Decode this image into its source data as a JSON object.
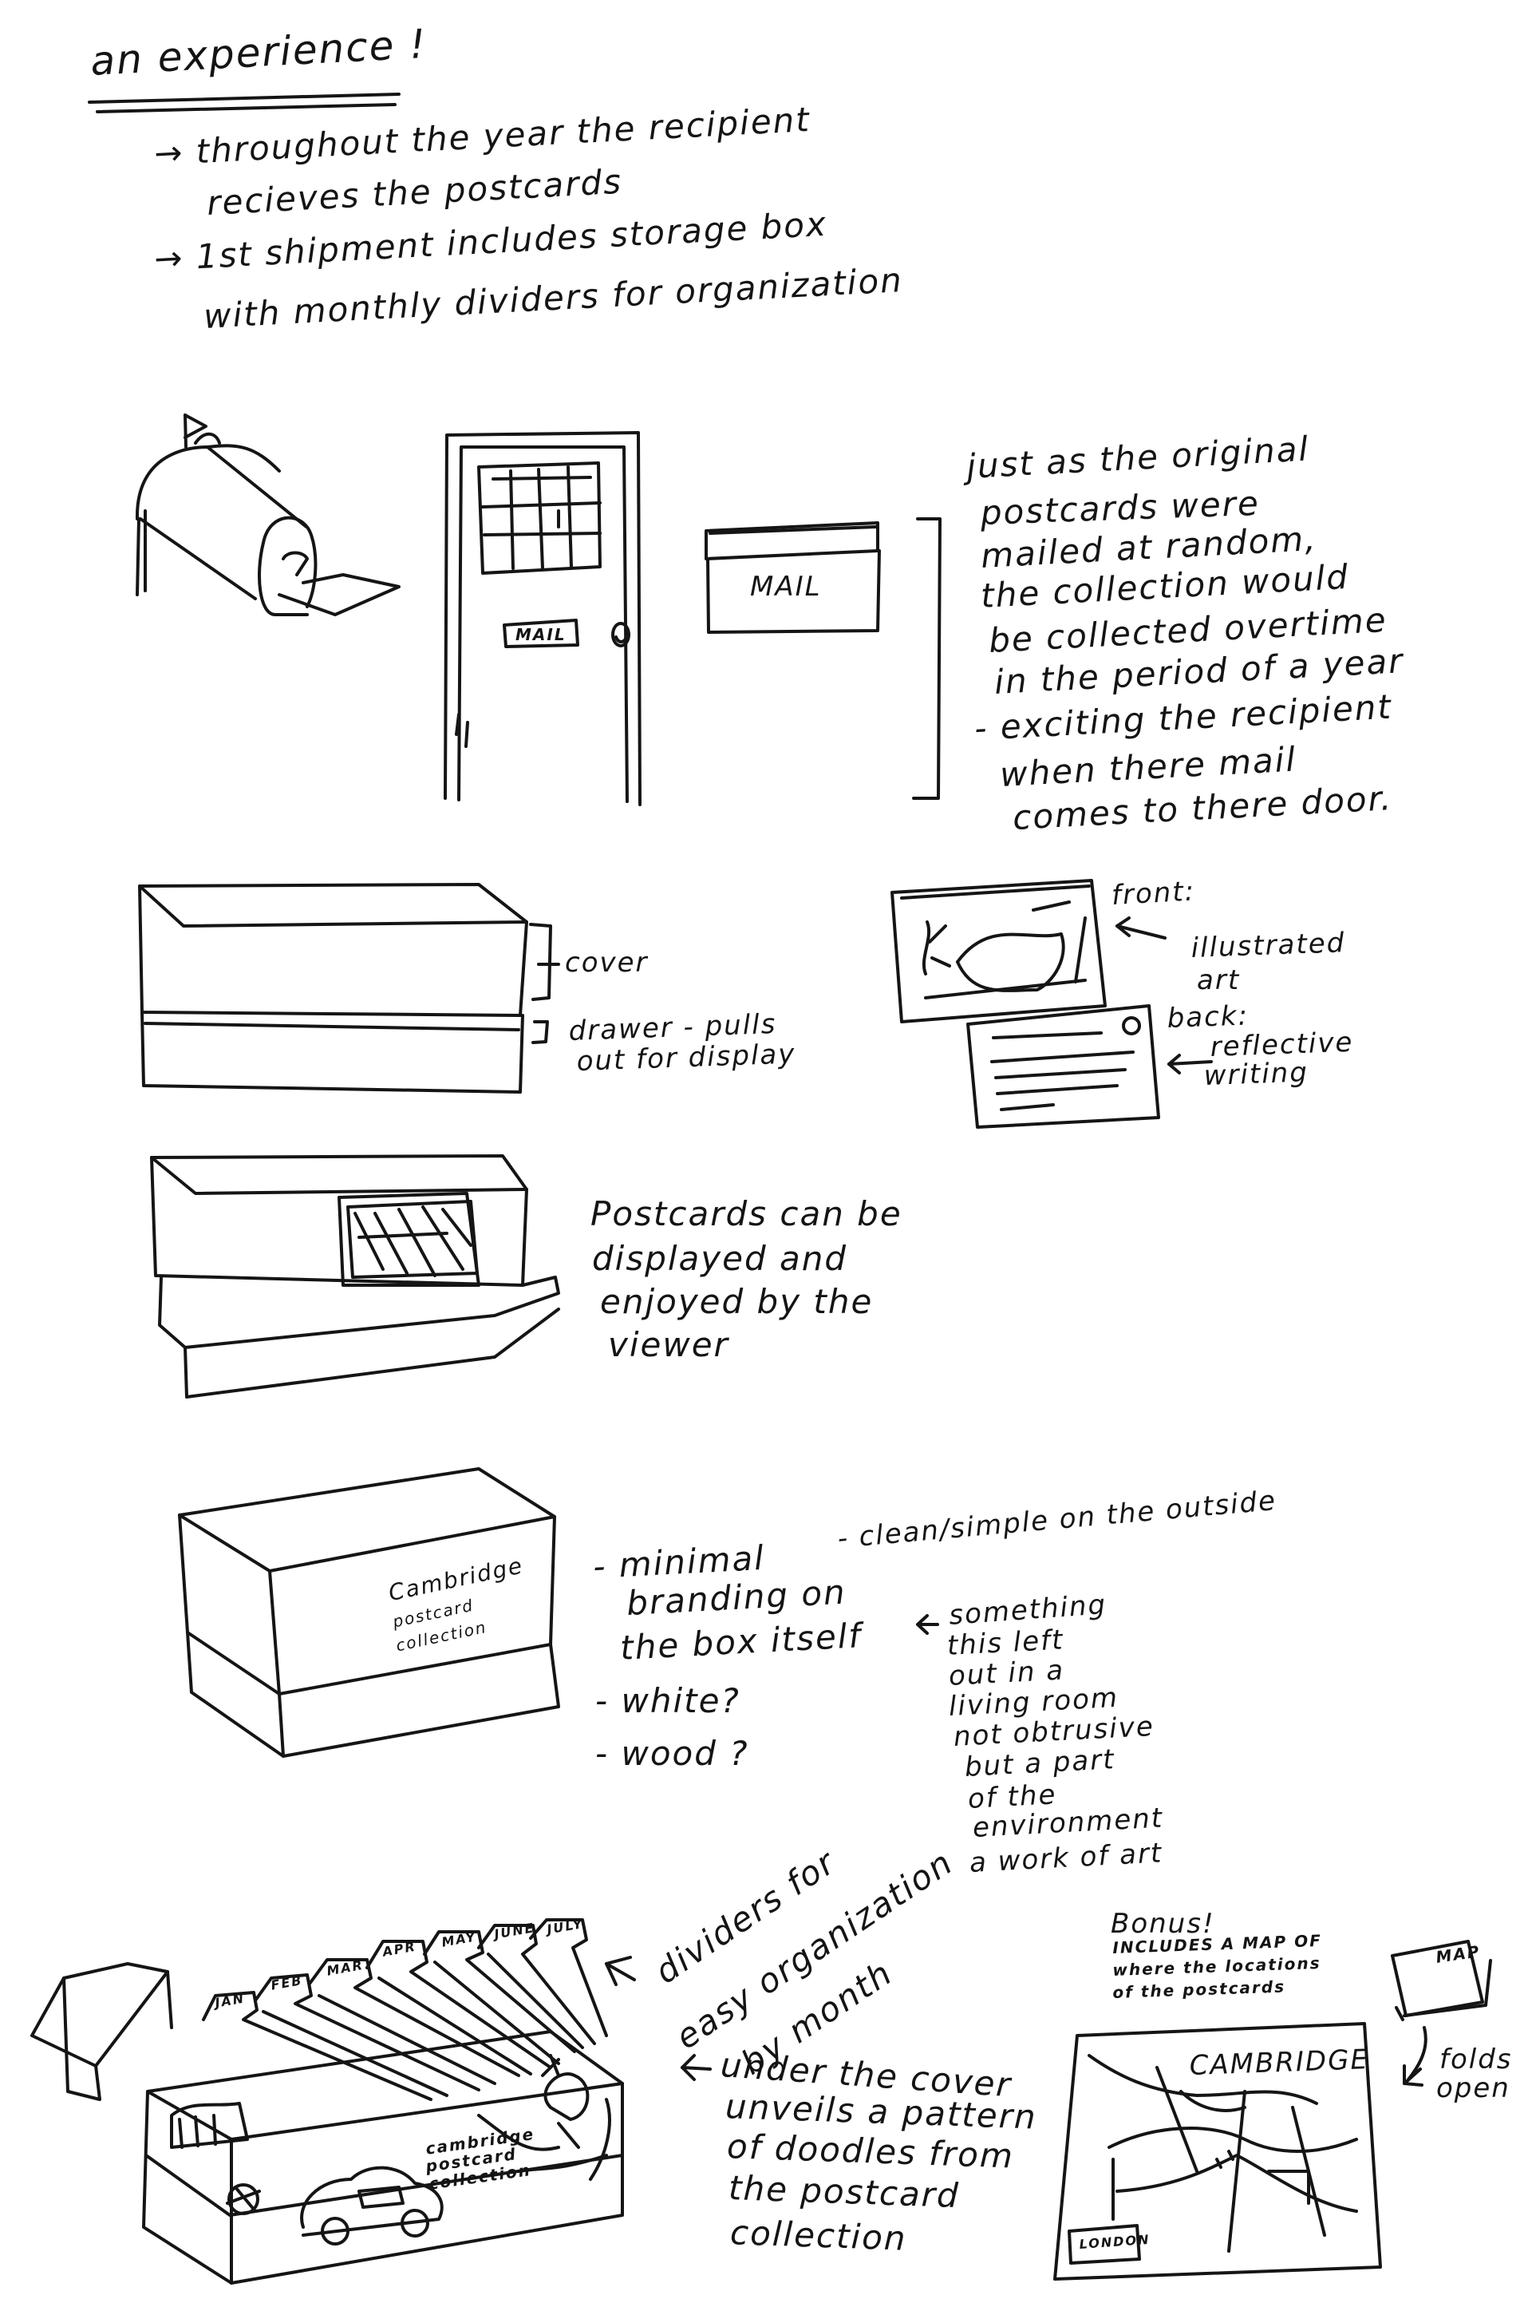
{
  "title": "an experience !",
  "intro": {
    "line1a": "→ throughout the year the recipient",
    "line1b": "recieves the postcards",
    "line2a": "→ 1st shipment includes storage box",
    "line2b": "with monthly dividers for organization"
  },
  "mail_section": {
    "door_sign": "MAIL",
    "wall_box_sign": "MAIL",
    "note_lines": [
      "just as the original",
      "postcards were",
      "mailed at random,",
      "the collection would",
      "be collected overtime",
      "in the period of a year",
      "- exciting the recipient",
      "when there mail",
      "comes to there door."
    ]
  },
  "box_section": {
    "cover_label": "cover",
    "drawer_label_1": "drawer - pulls",
    "drawer_label_2": "out for display",
    "front_label": "front:",
    "illustrated_1": "illustrated",
    "illustrated_2": "art",
    "back_label": "back:",
    "reflective_1": "reflective",
    "reflective_2": "writing",
    "display_lines": [
      "Postcards can be",
      "displayed and",
      "enjoyed by the",
      "viewer"
    ]
  },
  "branding_section": {
    "box_text": [
      "Cambridge",
      "postcard",
      "collection"
    ],
    "minimal_lines": [
      "- minimal",
      "branding on",
      "the box itself"
    ],
    "clean_label": "- clean/simple on the outside",
    "white_label": "- white?",
    "wood_label": "- wood ?",
    "something_lines": [
      "something",
      "this left",
      "out in a",
      "living room",
      "not obtrusive",
      "but a part",
      "of the",
      "environment",
      "a work of art"
    ]
  },
  "organizer_section": {
    "tabs": [
      "JAN",
      "FEB",
      "MAR",
      "APR",
      "MAY",
      "JUNE",
      "JULY"
    ],
    "box_text": [
      "cambridge",
      "postcard",
      "collection"
    ],
    "dividers_lines": [
      "dividers for",
      "easy organization",
      "by month"
    ],
    "under_lines": [
      "under the cover",
      "unveils a pattern",
      "of doodles from",
      "the postcard",
      "collection"
    ]
  },
  "bonus_section": {
    "bonus_title": "Bonus!",
    "bonus_lines": [
      "INCLUDES A MAP of",
      "where the locations",
      "of the postcards"
    ],
    "map_label": "MAP",
    "folds_1": "folds",
    "folds_2": "open",
    "cambridge_label": "CAMBRIDGE",
    "london_label": "LONDON"
  },
  "colors": {
    "ink": "#151515",
    "paper": "#ffffff"
  }
}
